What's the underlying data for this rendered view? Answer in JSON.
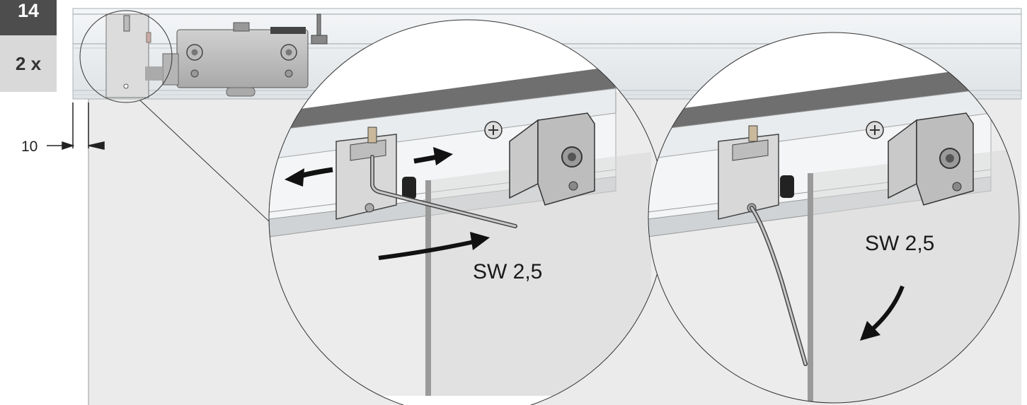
{
  "step": {
    "number": "14",
    "quantity": "2 x"
  },
  "dimension": {
    "value": "10"
  },
  "detail_left": {
    "tool_label": "SW 2,5"
  },
  "detail_right": {
    "tool_label": "SW 2,5"
  },
  "colors": {
    "step_badge": "#4d4d4d",
    "quantity_badge": "#d9d9d9",
    "glass_panel": "#ebebeb",
    "rail_profile": "#bcbcbc",
    "arrow": "#111111"
  }
}
